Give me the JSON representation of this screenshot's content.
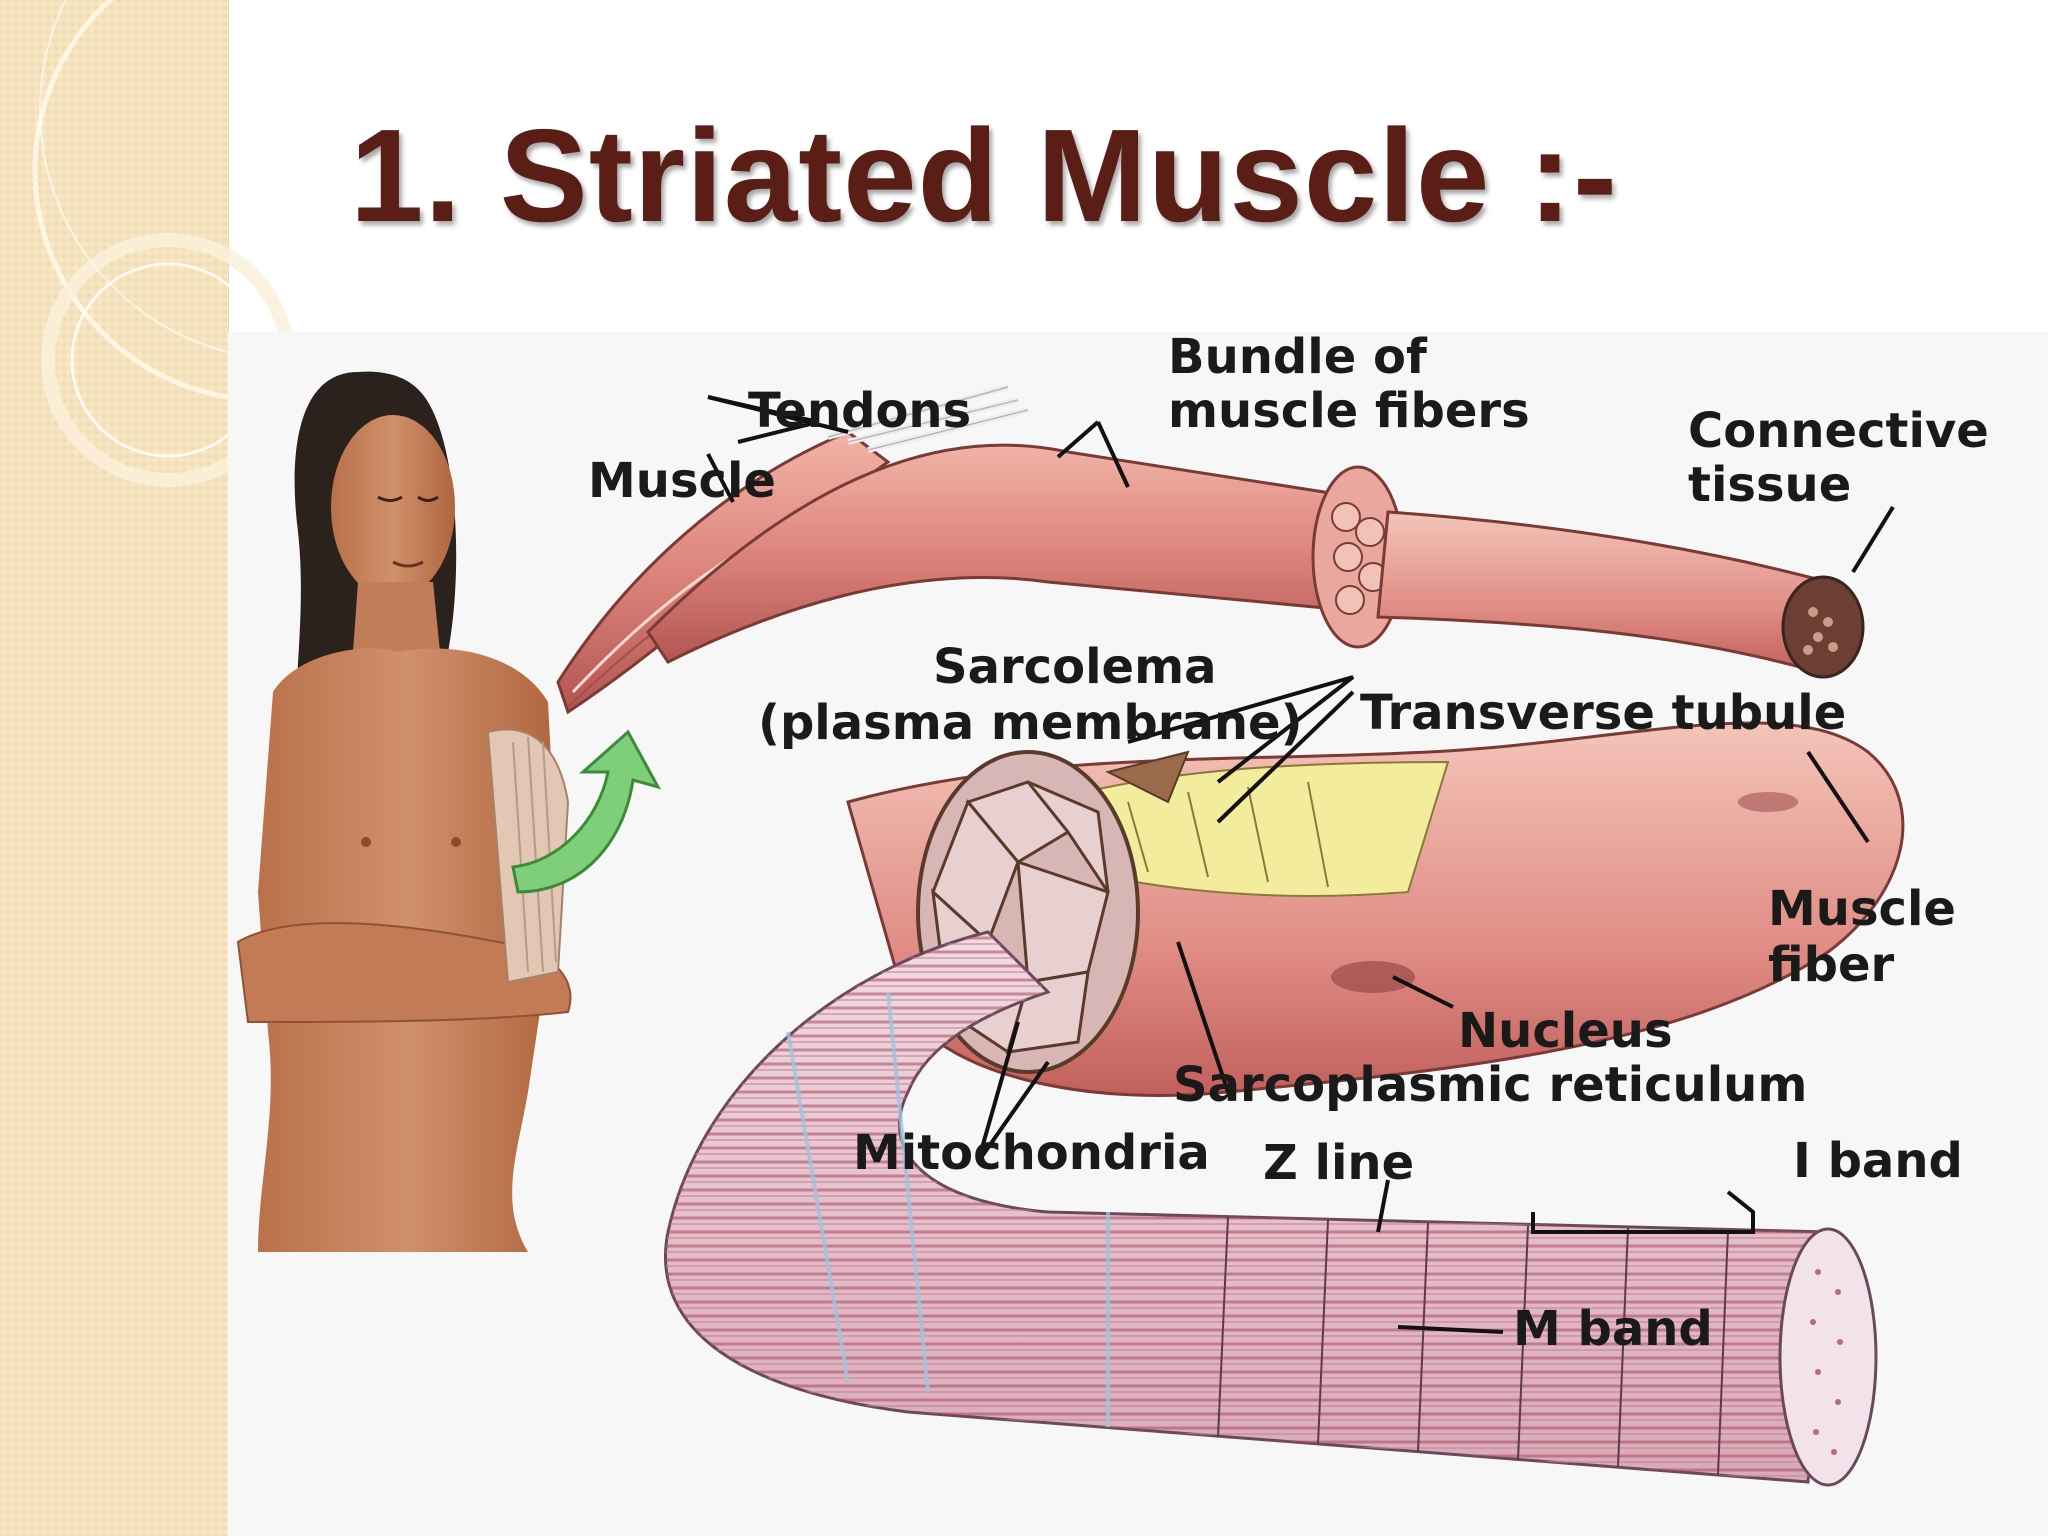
{
  "slide": {
    "title": "1. Striated Muscle :-"
  },
  "colors": {
    "title": "#5a1e17",
    "side_band": "#f5e3bd",
    "muscle": "#d9807a",
    "myofibril": "#e8c6d2",
    "sarcoplasmic": "#f3ec9c",
    "arrow": "#7fcf7a"
  },
  "diagram": {
    "labels": {
      "tendons": "Tendons",
      "muscle": "Muscle",
      "bundle_line1": "Bundle of",
      "bundle_line2": "muscle fibers",
      "connective_line1": "Connective",
      "connective_line2": "tissue",
      "sarcolema_line1": "Sarcolema",
      "sarcolema_line2": "(plasma membrane)",
      "transverse_tubule": "Transverse tubule",
      "muscle_fiber_line1": "Muscle",
      "muscle_fiber_line2": "fiber",
      "nucleus": "Nucleus",
      "sarcoplasmic_reticulum": "Sarcoplasmic reticulum",
      "mitochondria": "Mitochondria",
      "z_line": "Z line",
      "i_band": "I band",
      "m_band": "M band"
    }
  }
}
